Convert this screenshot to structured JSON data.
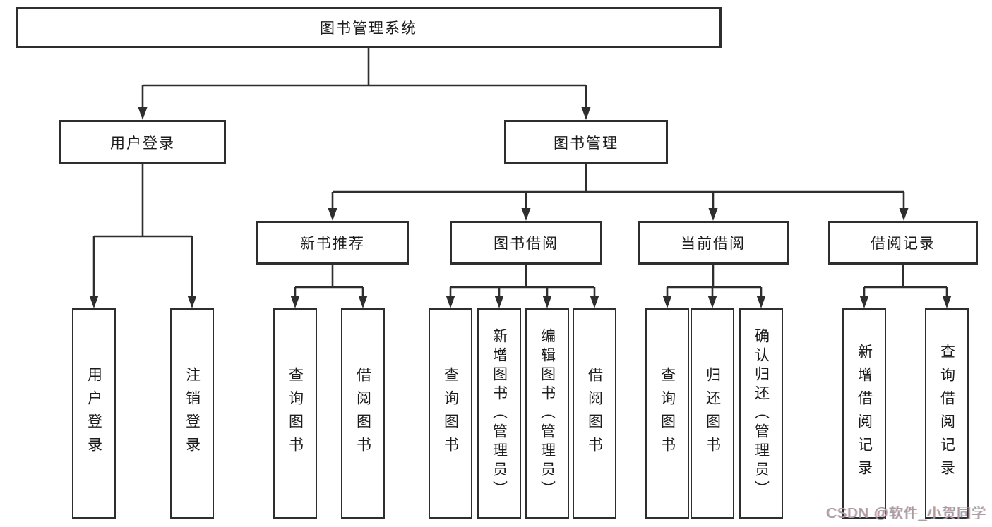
{
  "diagram": {
    "root": {
      "label": "图书管理系统"
    },
    "level2": [
      {
        "label": "用户登录"
      },
      {
        "label": "图书管理"
      }
    ],
    "level3": [
      {
        "label": "新书推荐"
      },
      {
        "label": "图书借阅"
      },
      {
        "label": "当前借阅"
      },
      {
        "label": "借阅记录"
      }
    ],
    "leaves": [
      {
        "label": "用户登录"
      },
      {
        "label": "注销登录"
      },
      {
        "label": "查询图书"
      },
      {
        "label": "借阅图书"
      },
      {
        "label": "查询图书"
      },
      {
        "label": "新增图书（管理员）"
      },
      {
        "label": "编辑图书（管理员）"
      },
      {
        "label": "借阅图书"
      },
      {
        "label": "查询图书"
      },
      {
        "label": "归还图书"
      },
      {
        "label": "确认归还（管理员）"
      },
      {
        "label": "新增借阅记录"
      },
      {
        "label": "查询借阅记录"
      }
    ]
  },
  "watermark": {
    "text": "CSDN @软件_小贺同学"
  },
  "colors": {
    "line": "#2e2e2e",
    "box_border": "#2e2e2e",
    "text": "#1c1c1c",
    "watermark_gray": "#a2a0a0"
  }
}
